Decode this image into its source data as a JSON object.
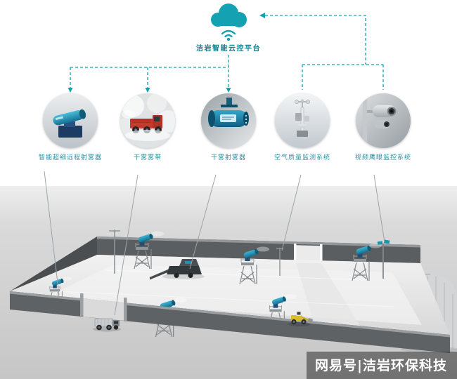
{
  "platform": {
    "label": "洁岩智能云控平台"
  },
  "devices": [
    {
      "id": "fog-cannon",
      "label": "智能超细远程射雾器"
    },
    {
      "id": "fog-truck",
      "label": "干雾雾带"
    },
    {
      "id": "dry-fog-sprayer",
      "label": "干雾射雾器"
    },
    {
      "id": "air-quality",
      "label": "空气质量监测系统"
    },
    {
      "id": "eagle-eye",
      "label": "视频鹰眼监控系统"
    }
  ],
  "watermark": {
    "text": "网易号|洁岩环保科技"
  },
  "colors": {
    "accent_teal": "#14a2b2",
    "label_teal": "#2d93a3",
    "wall_gray": "#5b5e60",
    "scene_bg": "#d6d6d6"
  }
}
